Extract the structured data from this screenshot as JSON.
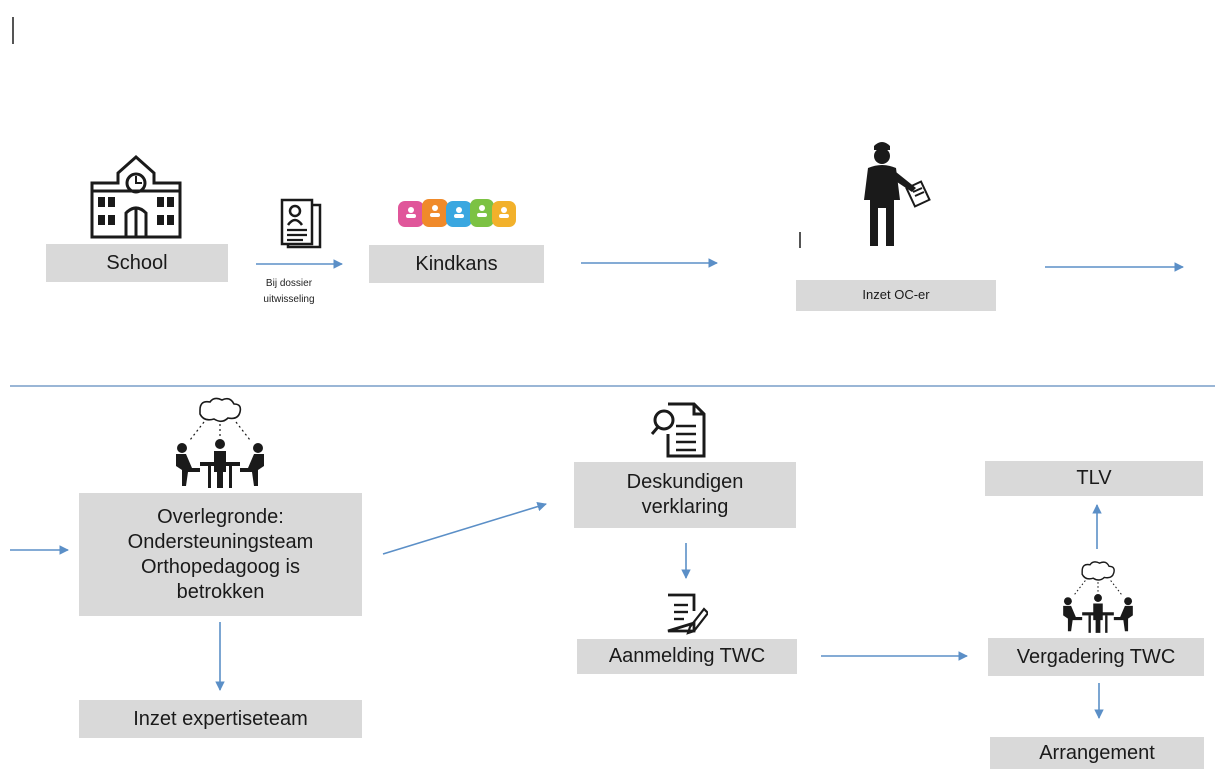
{
  "top_row": {
    "school": "School",
    "dossier_caption_line1": "Bij dossier",
    "dossier_caption_line2": "uitwisseling",
    "kindkans": "Kindkans",
    "inzet_oc": "Inzet OC-er"
  },
  "bottom_row": {
    "overleg_line1": "Overlegronde:",
    "overleg_line2": "Ondersteuningsteam",
    "overleg_line3": "Orthopedagoog is",
    "overleg_line4": "betrokken",
    "expertiseteam": "Inzet expertiseteam",
    "deskundigen_line1": "Deskundigen",
    "deskundigen_line2": "verklaring",
    "aanmelding": "Aanmelding TWC",
    "tlv": "TLV",
    "vergadering": "Vergadering TWC",
    "arrangement": "Arrangement"
  },
  "colors": {
    "box_fill": "#d9d9d9",
    "arrow": "#5b8fc7",
    "divider": "#9ab6d6",
    "icon": "#1a1a1a",
    "logo_segments": [
      "#e0569a",
      "#f08a2a",
      "#3aa7e0",
      "#7cc243",
      "#f2b12b"
    ]
  },
  "icons": [
    "school-building-icon",
    "dossier-document-icon",
    "kindkans-logo",
    "officer-person-icon",
    "meeting-team-icon",
    "document-search-icon",
    "document-edit-icon",
    "meeting-team-icon"
  ]
}
